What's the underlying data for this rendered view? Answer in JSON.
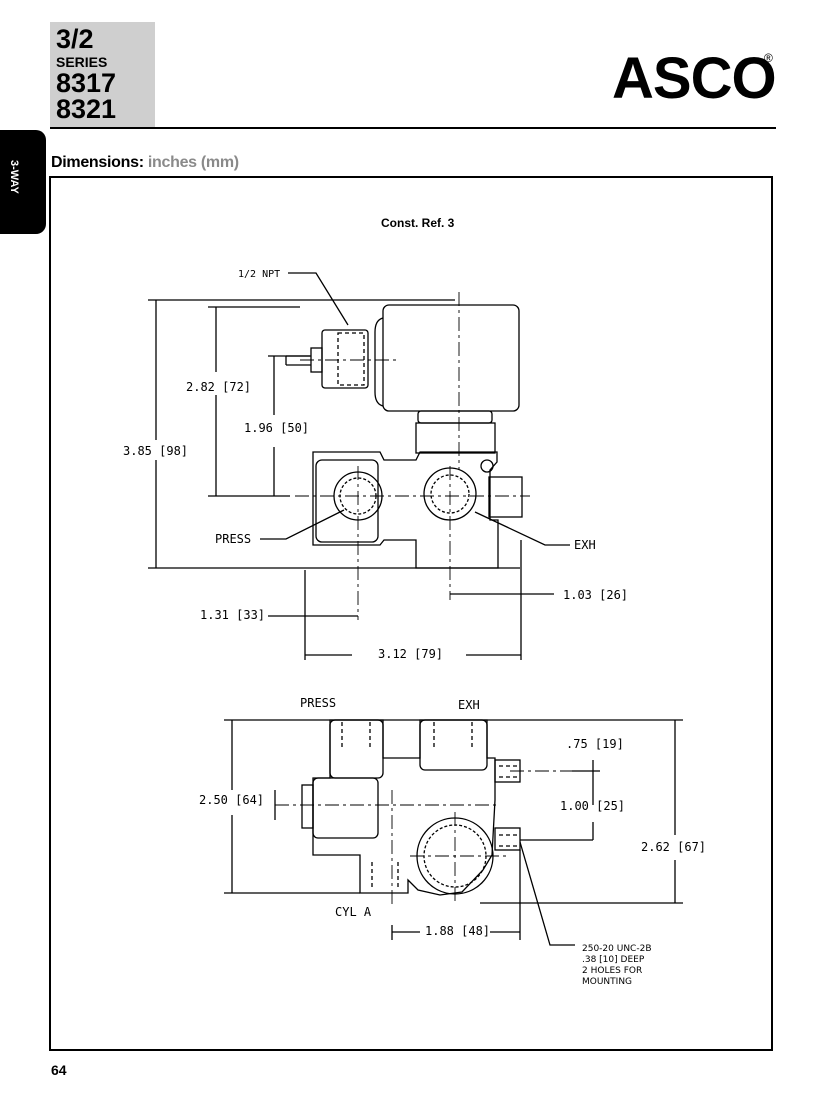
{
  "header": {
    "type": "3/2",
    "series_label": "SERIES",
    "series_1": "8317",
    "series_2": "8321",
    "brand": "ASCO",
    "registered": "®"
  },
  "side_tab": {
    "label": "3-WAY"
  },
  "section": {
    "title": "Dimensions:",
    "unit": "inches (mm)"
  },
  "drawing": {
    "const_ref": "Const. Ref. 3",
    "top_view": {
      "npt": "1/2 NPT",
      "dim_282": "2.82 [72]",
      "dim_196": "1.96 [50]",
      "dim_385": "3.85 [98]",
      "press": "PRESS",
      "exh": "EXH",
      "dim_103": "1.03 [26]",
      "dim_131": "1.31 [33]",
      "dim_312": "3.12 [79]"
    },
    "bottom_view": {
      "press": "PRESS",
      "exh": "EXH",
      "dim_075": ".75 [19]",
      "dim_250": "2.50 [64]",
      "dim_100": "1.00 [25]",
      "dim_262": "2.62 [67]",
      "cyl": "CYL A",
      "dim_188": "1.88 [48]",
      "note_1": "250-20 UNC-2B",
      "note_2": ".38 [10] DEEP",
      "note_3": "2 HOLES FOR",
      "note_4": "MOUNTING"
    }
  },
  "footer": {
    "page": "64"
  }
}
